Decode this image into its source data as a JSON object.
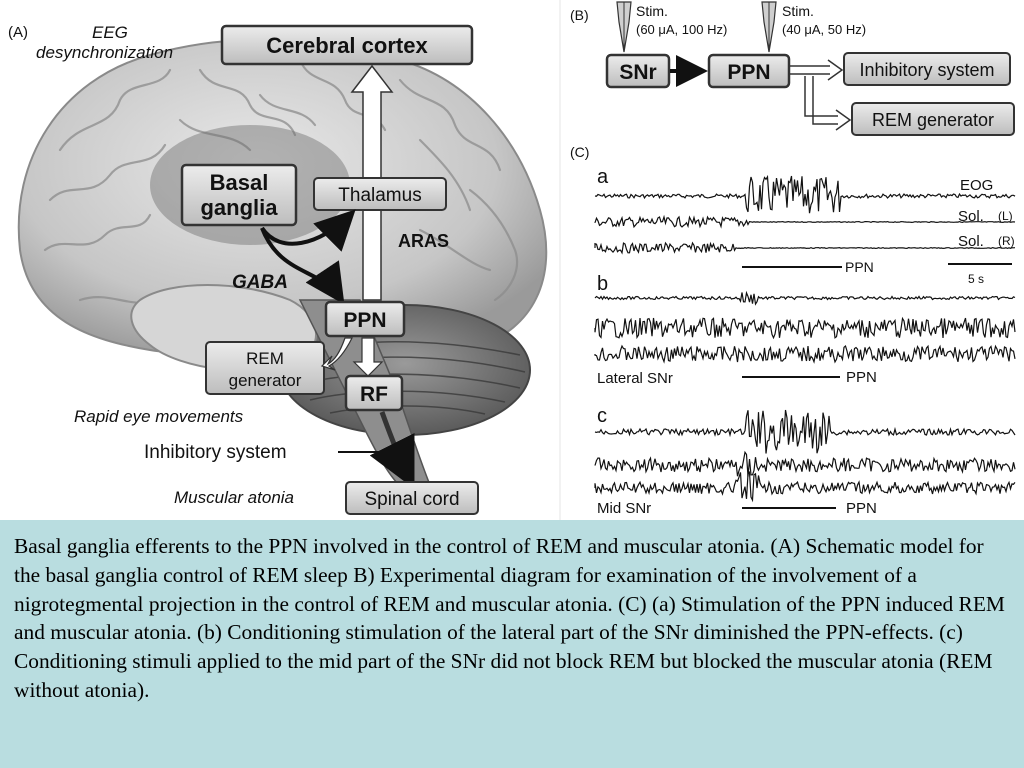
{
  "panel_a": {
    "label": "(A)",
    "eeg": [
      "EEG",
      "desynchronization"
    ],
    "cerebral_cortex": "Cerebral cortex",
    "basal_ganglia": [
      "Basal",
      "ganglia"
    ],
    "thalamus": "Thalamus",
    "aras": "ARAS",
    "gaba": "GABA",
    "ppn": "PPN",
    "rem_generator": [
      "REM",
      "generator"
    ],
    "rf": "RF",
    "rapid_eye_movements": "Rapid eye movements",
    "inhibitory_system": "Inhibitory system",
    "muscular_atonia": "Muscular atonia",
    "spinal_cord": "Spinal cord"
  },
  "panel_b": {
    "label": "(B)",
    "stim1": [
      "Stim.",
      "(60 μA, 100 Hz)"
    ],
    "stim2": [
      "Stim.",
      "(40 μA, 50 Hz)"
    ],
    "snr": "SNr",
    "ppn": "PPN",
    "inhibitory_system": "Inhibitory system",
    "rem_generator": "REM generator"
  },
  "panel_c": {
    "label": "(C)",
    "a": {
      "tag": "a",
      "eog": "EOG",
      "sol_l": [
        "Sol.",
        "(L)"
      ],
      "sol_r": [
        "Sol.",
        "(R)"
      ],
      "ppn": "PPN",
      "scale": "5 s"
    },
    "b": {
      "tag": "b",
      "site": "Lateral SNr",
      "ppn": "PPN"
    },
    "c": {
      "tag": "c",
      "site": "Mid SNr",
      "ppn": "PPN"
    }
  },
  "colors": {
    "caption_bg": "#b9dde0",
    "box_fill": "#d9d9d9",
    "brain": "#cfcfcf"
  },
  "caption": "Basal ganglia efferents to the PPN involved in the control of REM and muscular atonia. (A) Schematic model for the basal ganglia control of REM sleep B) Experimental diagram for examination of the involvement of a nigrotegmental projection in the control of REM and muscular atonia. (C) (a) Stimulation of the PPN induced REM and muscular atonia. (b) Conditioning stimulation of the lateral part of the SNr diminished the PPN-effects. (c) Conditioning stimuli applied to the mid part of the SNr did not block REM but blocked the muscular atonia (REM without atonia)."
}
